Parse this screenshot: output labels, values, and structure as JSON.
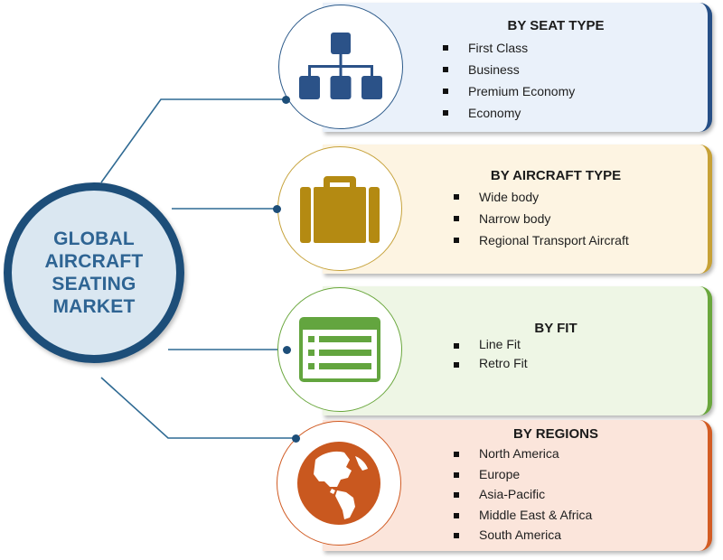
{
  "center": {
    "title": "GLOBAL\nAIRCRAFT\nSEATING\nMARKET"
  },
  "segments": [
    {
      "heading": "BY SEAT TYPE",
      "items": [
        "First Class",
        "Business",
        "Premium Economy",
        "Economy"
      ],
      "icon": "org-chart-icon",
      "colors": {
        "bg": "#eaf1fa",
        "edge": "#264f86",
        "ring": "#2c5a8a",
        "icon": "#2b5288"
      }
    },
    {
      "heading": "BY AIRCRAFT TYPE",
      "items": [
        "Wide body",
        "Narrow body",
        "Regional Transport Aircraft"
      ],
      "icon": "briefcase-icon",
      "colors": {
        "bg": "#fdf4e2",
        "edge": "#c7a136",
        "ring": "#c6a23a",
        "icon": "#b48a12"
      }
    },
    {
      "heading": "BY FIT",
      "items": [
        "Line Fit",
        "Retro Fit"
      ],
      "icon": "list-window-icon",
      "colors": {
        "bg": "#eef6e5",
        "edge": "#6aa73d",
        "ring": "#6aa73d",
        "icon": "#63a53f"
      }
    },
    {
      "heading": "BY REGIONS",
      "items": [
        "North America",
        "Europe",
        "Asia-Pacific",
        "Middle East & Africa",
        "South America"
      ],
      "icon": "globe-americas-icon",
      "colors": {
        "bg": "#fbe5db",
        "edge": "#d35c24",
        "ring": "#d05a22",
        "icon": "#c9581f"
      }
    }
  ],
  "colors": {
    "connector": "#2f6a93",
    "center_border": "#1d4e79",
    "center_fill": "#dae7f1",
    "center_text": "#2e6493"
  }
}
